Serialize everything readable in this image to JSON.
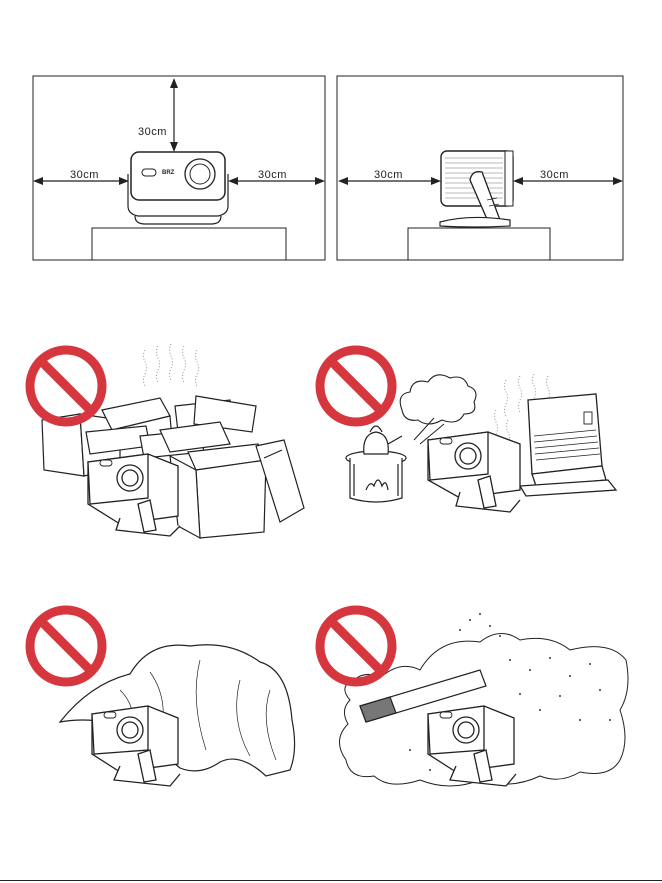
{
  "clearance": {
    "front_view": {
      "top": "30cm",
      "left": "30cm",
      "right": "30cm"
    },
    "side_view": {
      "left": "30cm",
      "right": "30cm"
    }
  },
  "projector": {
    "brand_mark": "BRZ"
  },
  "colors": {
    "prohibit_red": "#d6363d",
    "line": "#222222"
  },
  "warnings": [
    {
      "id": "no-enclosed-space",
      "icon": "prohibition-icon"
    },
    {
      "id": "no-heat-sources",
      "icon": "prohibition-icon"
    },
    {
      "id": "no-covering",
      "icon": "prohibition-icon"
    },
    {
      "id": "no-smoke",
      "icon": "prohibition-icon"
    }
  ]
}
